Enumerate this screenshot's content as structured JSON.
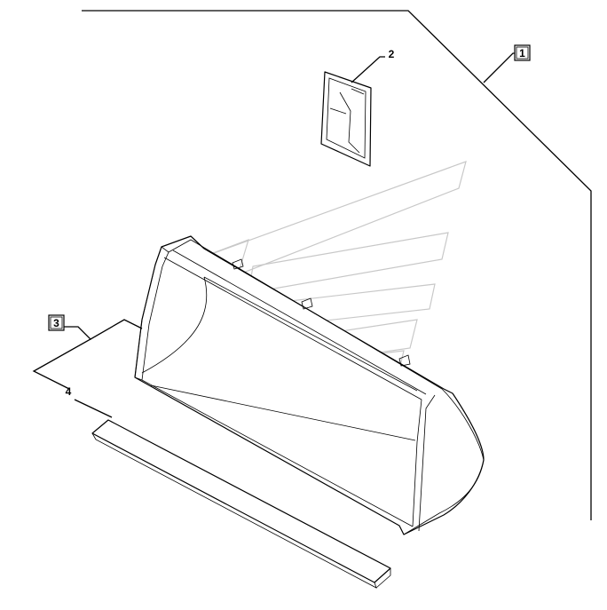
{
  "callouts": {
    "c1": "1",
    "c2": "2",
    "c3": "3",
    "c4": "4"
  },
  "colors": {
    "line": "#000000",
    "watermark": "#c8c8c8",
    "background": "#ffffff"
  }
}
